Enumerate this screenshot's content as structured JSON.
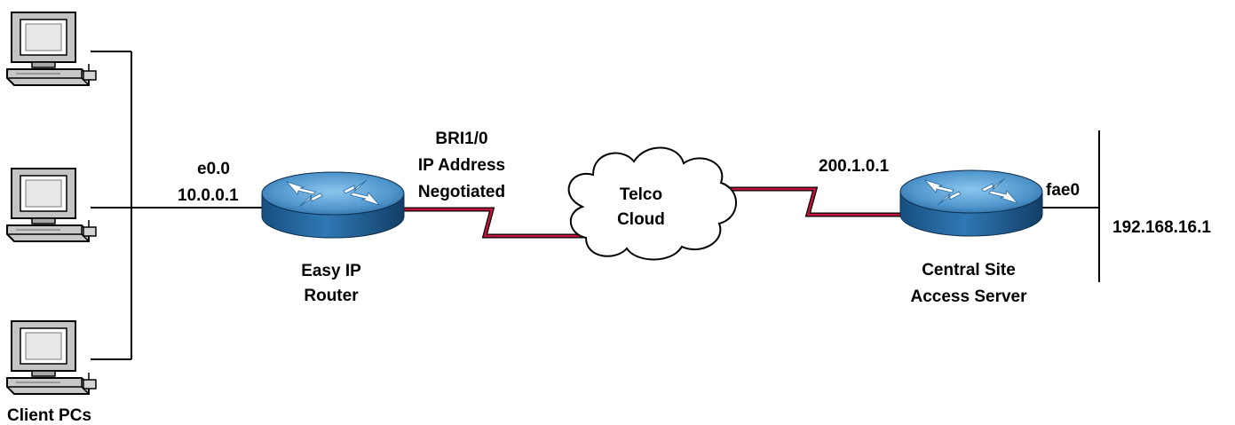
{
  "labels": {
    "client_pcs": "Client PCs",
    "e00": "e0.0",
    "ip_10": "10.0.0.1",
    "easy_ip_line1": "Easy IP",
    "easy_ip_line2": "Router",
    "bri_line1": "BRI1/0",
    "bri_line2": "IP Address",
    "bri_line3": "Negotiated",
    "telco_line1": "Telco",
    "telco_line2": "Cloud",
    "ip_200": "200.1.0.1",
    "central_line1": "Central Site",
    "central_line2": "Access Server",
    "fae0": "fae0",
    "ip_192": "192.168.16.1"
  },
  "icons": {
    "pc": "desktop-pc-icon",
    "router": "router-icon",
    "cloud": "cloud-icon"
  },
  "colors": {
    "wan_link": "#c0143c",
    "router_top": "#5fa4d8",
    "router_body": "#1c5e96",
    "pc_body": "#c8c8c8"
  }
}
